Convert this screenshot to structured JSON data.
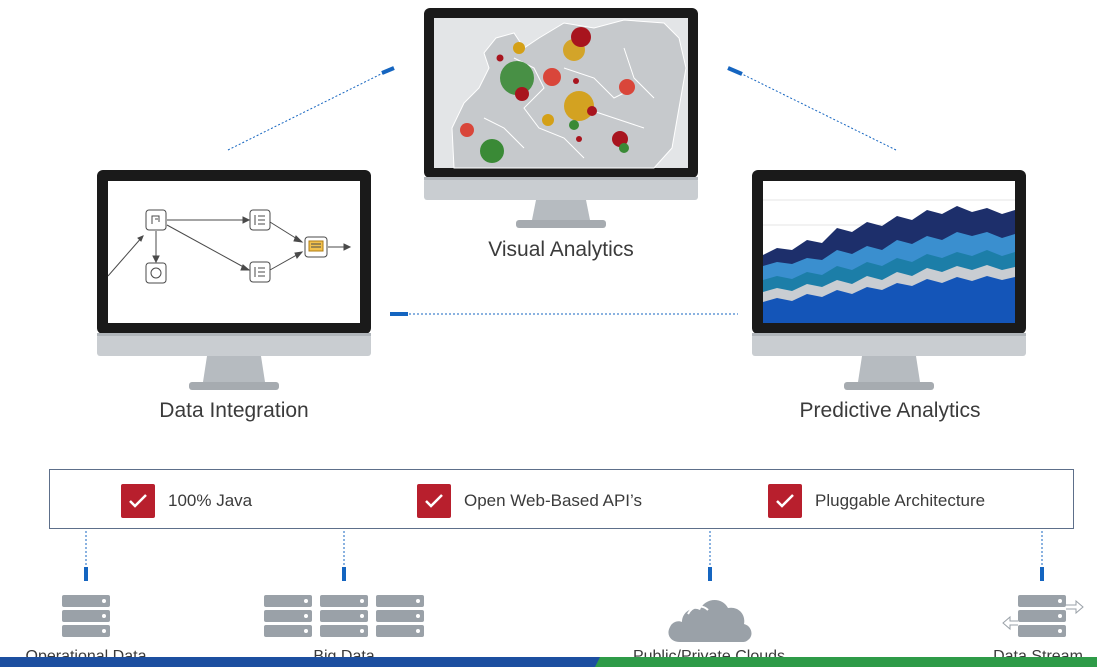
{
  "colors": {
    "accent_red": "#b81f2d",
    "connector_blue": "#1565c0",
    "server_gray": "#9aa1a8",
    "bottom_bar_blue": "#1d4fa0",
    "bottom_bar_green": "#2e9b48"
  },
  "monitors": {
    "visual": {
      "label": "Visual Analytics",
      "icon": "europe-map-bubble-chart"
    },
    "integration": {
      "label": "Data Integration",
      "icon": "workflow-diagram"
    },
    "predictive": {
      "label": "Predictive Analytics",
      "icon": "stacked-area-chart"
    }
  },
  "features": [
    {
      "label": "100% Java",
      "icon": "checkmark-icon"
    },
    {
      "label": "Open Web-Based API’s",
      "icon": "checkmark-icon"
    },
    {
      "label": "Pluggable Architecture",
      "icon": "checkmark-icon"
    }
  ],
  "sources": [
    {
      "label": "Operational Data",
      "icon": "server-stack-icon"
    },
    {
      "label": "Big Data",
      "icon": "server-cluster-icon"
    },
    {
      "label": "Public/Private Clouds",
      "icon": "cloud-icon"
    },
    {
      "label": "Data Stream",
      "icon": "server-stream-icon"
    }
  ]
}
